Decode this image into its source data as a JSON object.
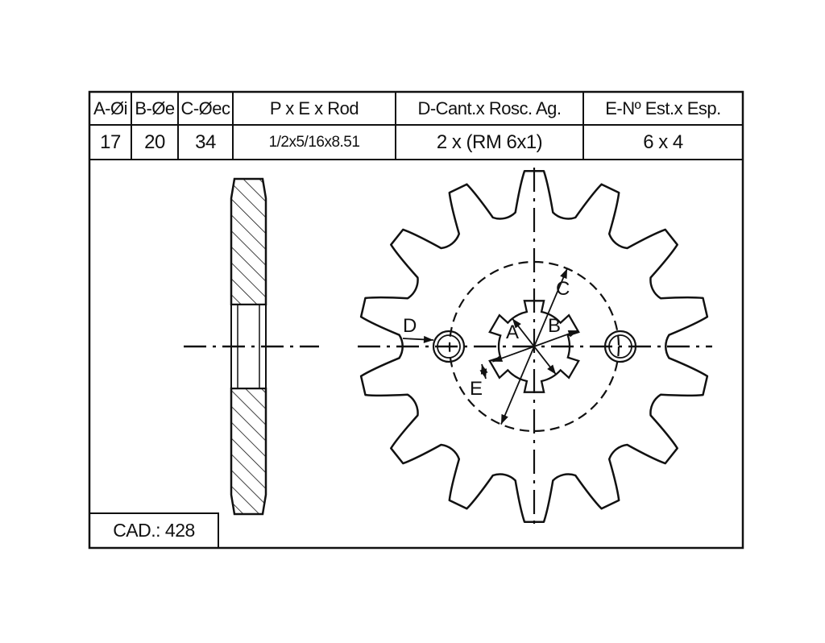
{
  "spec_table": {
    "headers": {
      "a": "A-Øi",
      "b": "B-Øe",
      "c": "C-Øec",
      "pxe": "P x E x Rod",
      "d": "D-Cant.x Rosc. Ag.",
      "e": "E-Nº Est.x Esp."
    },
    "values": {
      "a": "17",
      "b": "20",
      "c": "34",
      "pxe": "1/2x5/16x8.51",
      "d": "2 x (RM 6x1)",
      "e": "6 x 4"
    }
  },
  "cad_label": "CAD.: 428",
  "drawing": {
    "tooth_count": 14,
    "spline_count": 6,
    "mounting_holes": 2,
    "labels": {
      "a": "A",
      "b": "B",
      "c": "C",
      "d": "D",
      "e": "E"
    }
  },
  "colors": {
    "line": "#111111",
    "background": "#ffffff"
  }
}
